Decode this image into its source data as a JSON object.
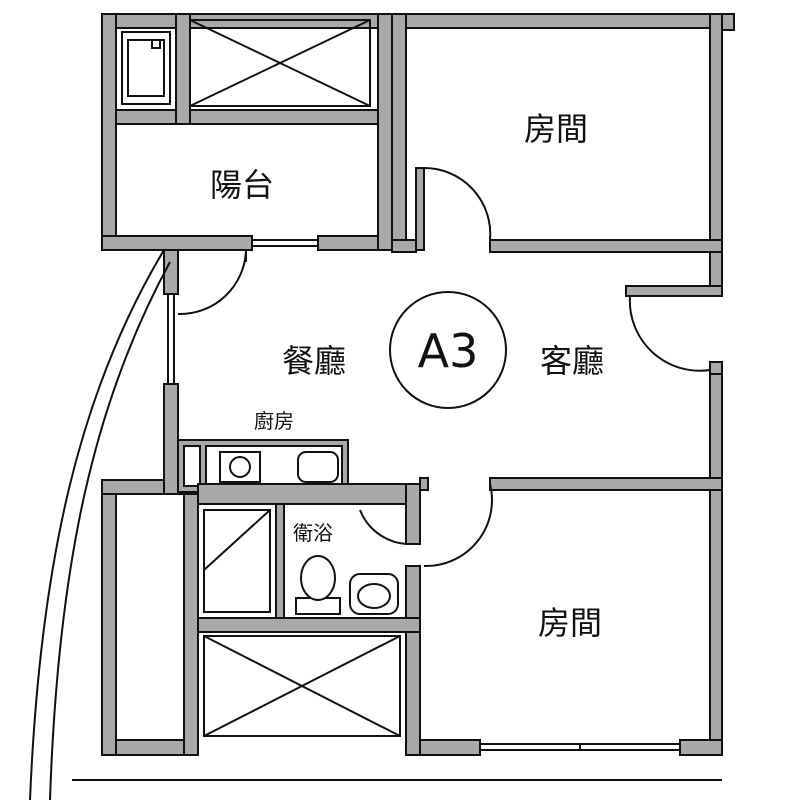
{
  "unit_label": "A3",
  "rooms": {
    "bedroom_top": "房間",
    "balcony": "陽台",
    "dining": "餐廳",
    "living": "客廳",
    "kitchen": "廚房",
    "bathroom": "衛浴",
    "bedroom_bottom": "房間"
  },
  "colors": {
    "wall_fill": "#a9a9a9",
    "line": "#111111",
    "background": "#ffffff"
  }
}
